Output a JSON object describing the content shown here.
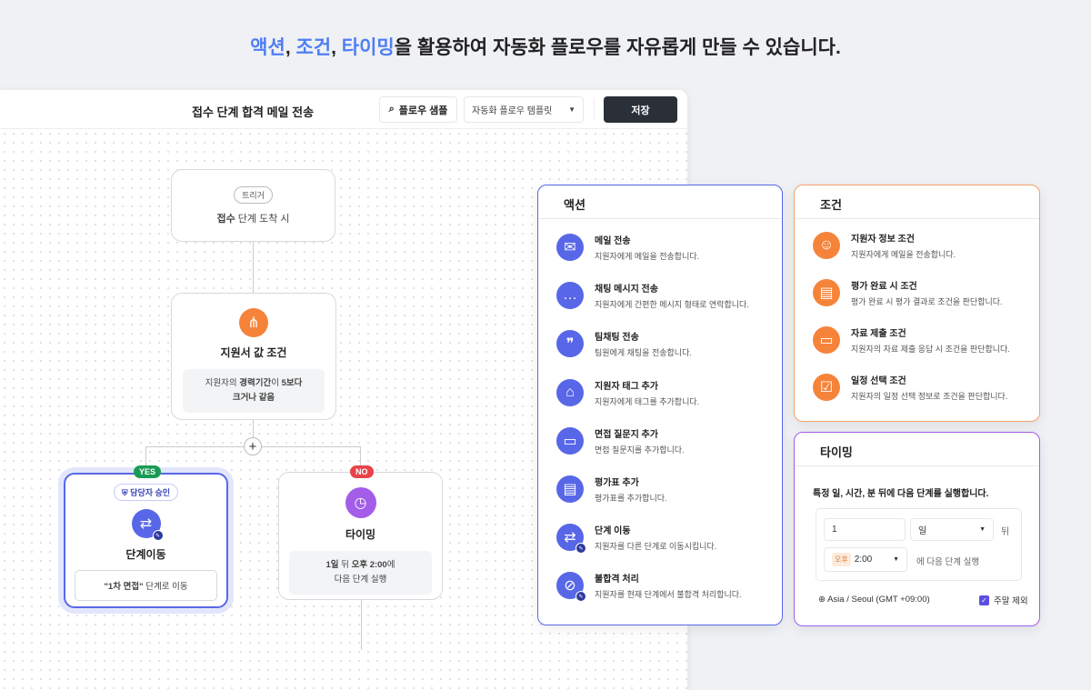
{
  "headline": {
    "h1": "액션",
    "s1": ", ",
    "h2": "조건",
    "s2": ", ",
    "h3": "타이밍",
    "rest": "을 활용하여 자동화 플로우를 자유롭게 만들 수 있습니다."
  },
  "editor": {
    "title": "접수 단계 합격 메일 전송",
    "sample_button": "플로우 샘플",
    "template_select": "자동화 플로우 템플릿",
    "save_button": "저장"
  },
  "trigger": {
    "badge": "트리거",
    "text_bold": "접수",
    "text": " 단계 도착 시"
  },
  "condition_node": {
    "title": "지원서 값 조건",
    "desc_a": "지원자의 ",
    "desc_b": "경력기간",
    "desc_c": "이 ",
    "desc_d": "5보다",
    "desc_e": "크거나 같음"
  },
  "yes_node": {
    "tag": "YES",
    "approval": "담당자 승인",
    "title": "단계이동",
    "desc_bold": "\"1차 면접\"",
    "desc": " 단계로 이동"
  },
  "no_node": {
    "tag": "NO",
    "title": "타이밍",
    "desc_bold1": "1일",
    "desc1": " 뒤 ",
    "desc_bold2": "오후 2:00",
    "desc2": "에",
    "desc3": "다음 단계 실행"
  },
  "actions": {
    "title": "액션",
    "items": [
      {
        "title": "메일 전송",
        "desc": "지원자에게 메일을 전송합니다.",
        "icon": "✉"
      },
      {
        "title": "채팅 메시지 전송",
        "desc": "지원자에게 간편한 메시지 형태로 연락합니다.",
        "icon": "…"
      },
      {
        "title": "팀채팅 전송",
        "desc": "팀원에게 채팅을 전송합니다.",
        "icon": "❞"
      },
      {
        "title": "지원자 태그 추가",
        "desc": "지원자에게 태그를 추가합니다.",
        "icon": "⌂"
      },
      {
        "title": "면접 질문지 추가",
        "desc": "면접 질문지를 추가합니다.",
        "icon": "▭"
      },
      {
        "title": "평가표 추가",
        "desc": "평가표를 추가합니다.",
        "icon": "▤"
      },
      {
        "title": "단계 이동",
        "desc": "지원자를 다른 단계로 이동시킵니다.",
        "icon": "⇄"
      },
      {
        "title": "불합격 처리",
        "desc": "지원자를 현재 단계에서 불합격 처리합니다.",
        "icon": "⊘"
      }
    ]
  },
  "conditions": {
    "title": "조건",
    "items": [
      {
        "title": "지원자 정보 조건",
        "desc": "지원자에게 메일을 전송합니다.",
        "icon": "☺"
      },
      {
        "title": "평가 완료 시 조건",
        "desc": "평가 완료 시 평가 결과로 조건을 판단합니다.",
        "icon": "▤"
      },
      {
        "title": "자료 제출 조건",
        "desc": "지원자의 자료 제출 응답 시 조건을 판단합니다.",
        "icon": "▭"
      },
      {
        "title": "일정 선택 조건",
        "desc": "지원자의 일정 선택 정보로 조건을 판단합니다.",
        "icon": "☑"
      }
    ]
  },
  "timing": {
    "title": "타이밍",
    "desc": "특정 일, 시간, 분 뒤에 다음 단계를 실행합니다.",
    "amount": "1",
    "unit": "일",
    "after": "뒤",
    "ampm": "오후",
    "time": "2:00",
    "time_suffix": "에 다음 단계 실행",
    "timezone": "Asia / Seoul (GMT +09:00)",
    "weekend_label": "주말 제외",
    "weekend_checked": true
  },
  "colors": {
    "accent": "#5867e8",
    "orange": "#f5843a",
    "purple": "#a35de8",
    "yes": "#1a9b55",
    "no": "#e8434b"
  }
}
